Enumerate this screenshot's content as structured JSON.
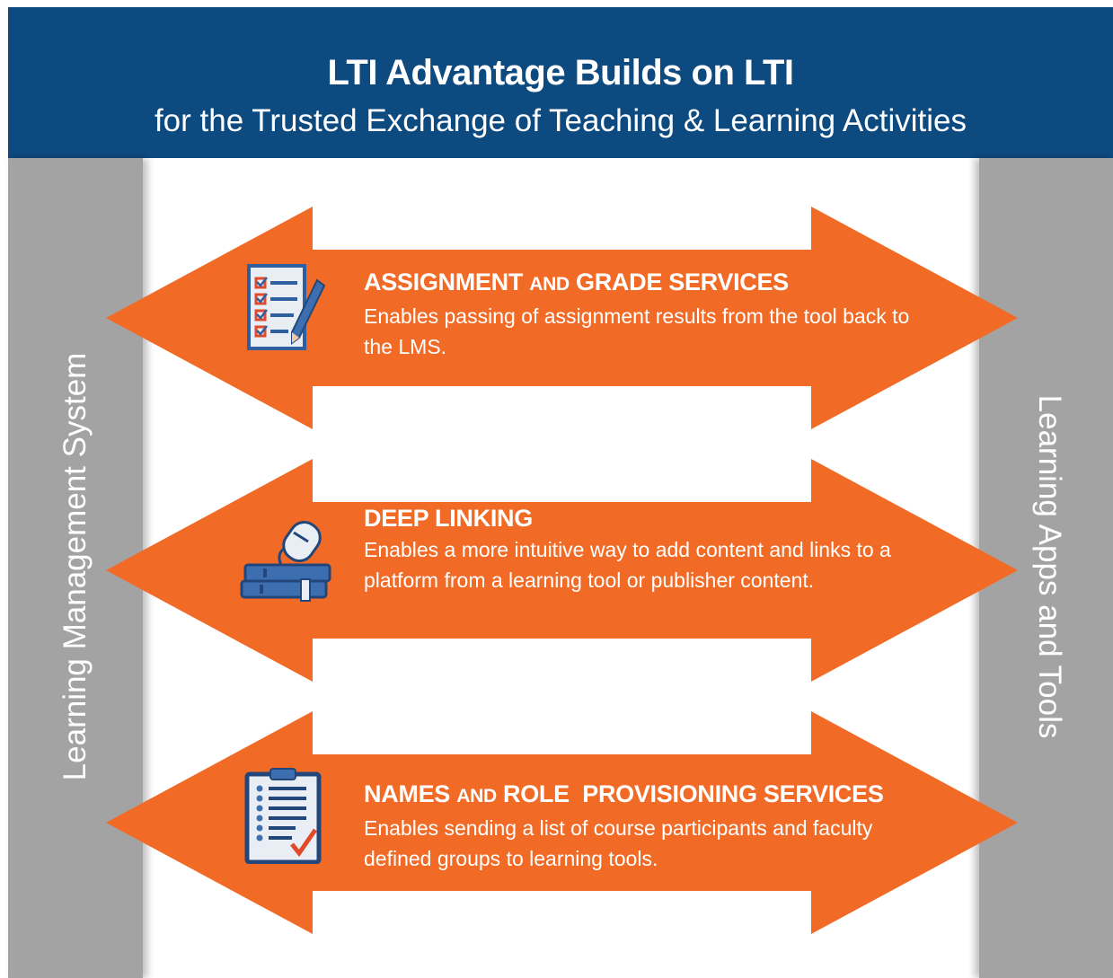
{
  "header": {
    "title": "LTI Advantage Builds on LTI",
    "subtitle": "for the Trusted Exchange of Teaching & Learning Activities"
  },
  "left_panel": {
    "label": "Learning Management System"
  },
  "right_panel": {
    "label": "Learning Apps and Tools"
  },
  "colors": {
    "header_bg": "#0d4a80",
    "arrow_fill": "#f26b26",
    "side_panel": "#a3a3a3",
    "icon_blue": "#3d6fb0"
  },
  "services": [
    {
      "heading_part1": "ASSIGNMENT",
      "heading_part2": "AND",
      "heading_part3": "GRADE SERVICES",
      "description": "Enables passing of assignment results from the tool back to the LMS.",
      "icon": "checklist-pencil-icon"
    },
    {
      "heading_part1": "DEEP LINKING",
      "heading_part2": "",
      "heading_part3": "",
      "description": "Enables a more intuitive way to add content and links to a platform from a learning tool or publisher content.",
      "icon": "books-mouse-icon"
    },
    {
      "heading_part1": "NAMES",
      "heading_part2": "AND",
      "heading_part3": "ROLE  PROVISIONING SERVICES",
      "description": "Enables sending a list of course participants and faculty defined groups to learning tools.",
      "icon": "clipboard-roster-icon"
    }
  ]
}
